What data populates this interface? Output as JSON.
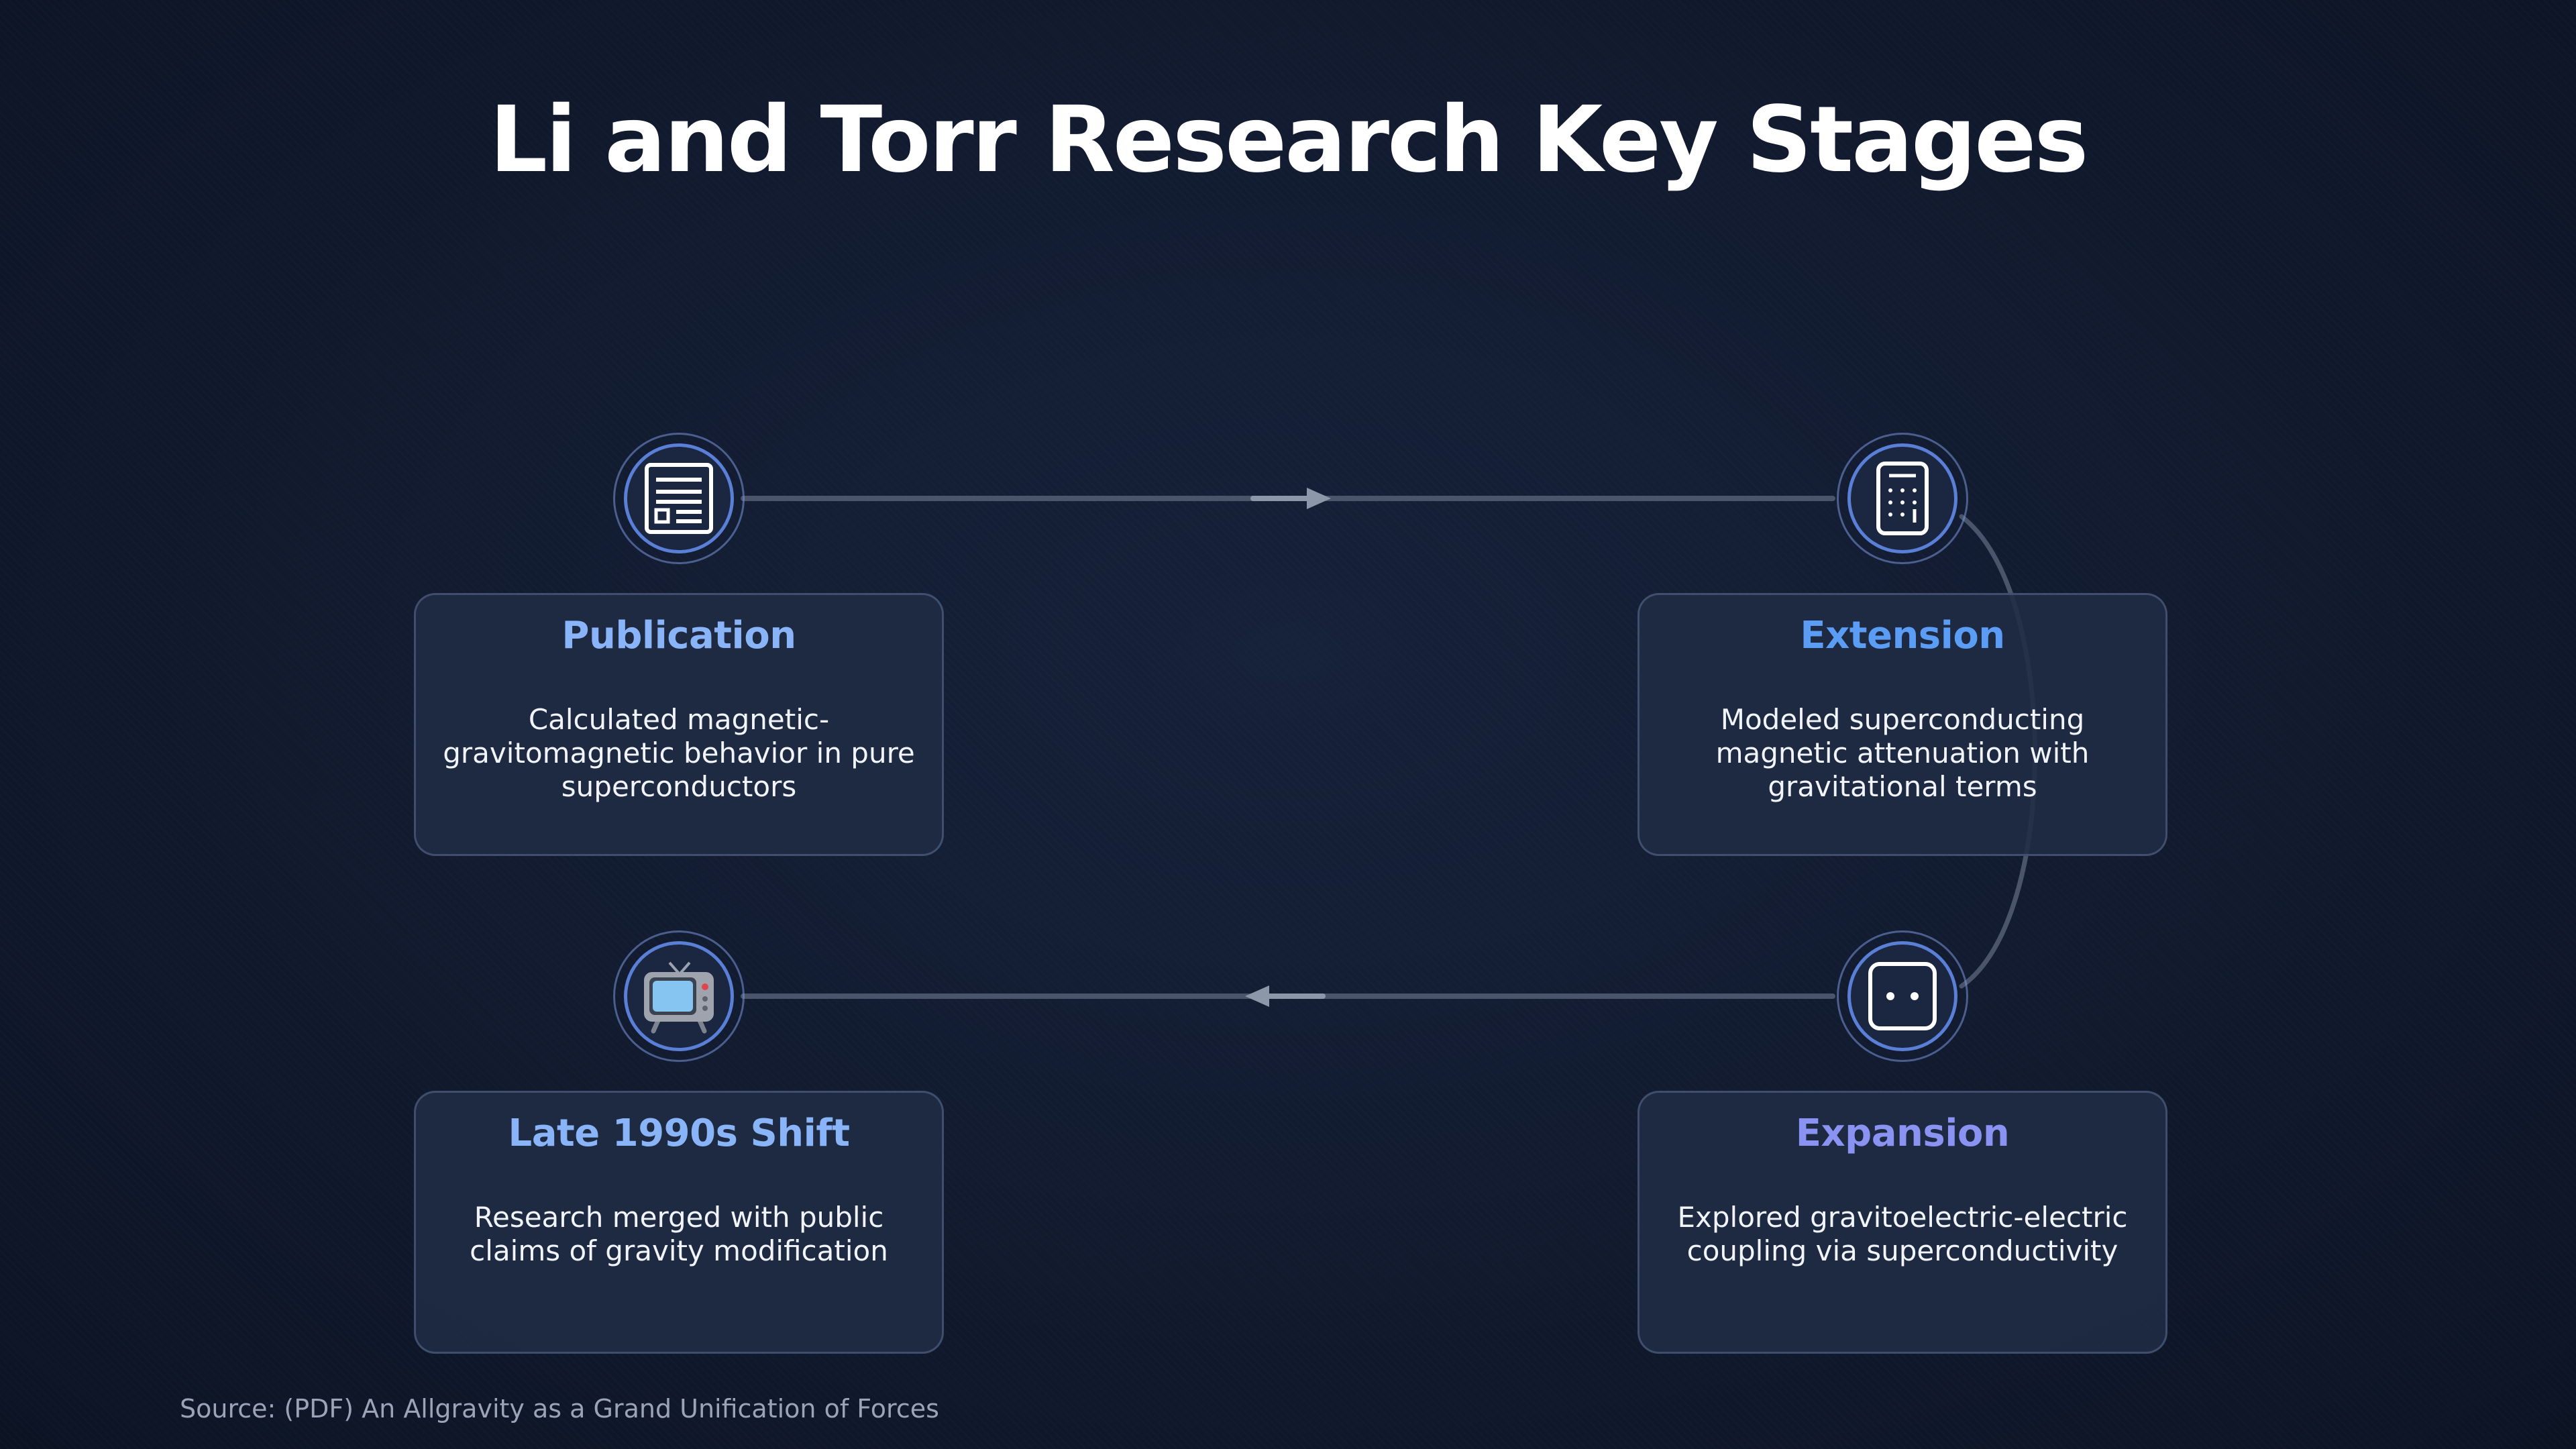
{
  "title": "Li and Torr Research Key Stages",
  "source": "Source: (PDF) An Allgravity as a Grand Unification of Forces",
  "colors": {
    "background": "#111a2e",
    "card": "#202c44",
    "connector": "#4a556b",
    "ring": "#5a7fd6"
  },
  "stages": [
    {
      "title": "Publication",
      "description": "Calculated magnetic-gravitomagnetic behavior in pure superconductors",
      "icon": "newspaper-icon",
      "color": "#8ab4f8"
    },
    {
      "title": "Extension",
      "description": "Modeled superconducting magnetic attenuation with gravitational terms",
      "icon": "calculator-icon",
      "color": "#5b9cf5"
    },
    {
      "title": "Expansion",
      "description": "Explored gravitoelectric-electric coupling via superconductivity",
      "icon": "dice-icon",
      "color": "#8b93f2"
    },
    {
      "title": "Late 1990s Shift",
      "description": "Research merged with public claims of gravity modification",
      "icon": "television-icon",
      "color": "#8ab4f8"
    }
  ]
}
